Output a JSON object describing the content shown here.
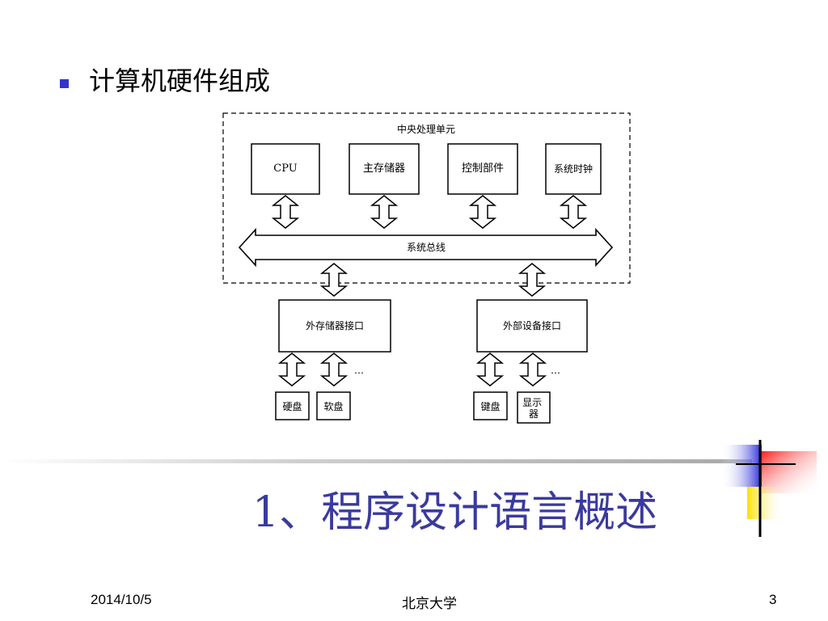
{
  "bullet": {
    "text": "计算机硬件组成",
    "color": "#3333cc"
  },
  "diagram": {
    "cpu_unit_label": "中央处理单元",
    "components": [
      "CPU",
      "主存储器",
      "控制部件",
      "系统时钟"
    ],
    "bus_label": "系统总线",
    "interfaces": [
      {
        "label": "外存储器接口",
        "devices": [
          "硬盘",
          "软盘"
        ],
        "more": "…"
      },
      {
        "label": "外部设备接口",
        "devices": [
          "键盘",
          "显示器"
        ],
        "more": "…"
      }
    ]
  },
  "heading": {
    "text": "1、程序设计语言概述",
    "color": "#3a3a9e"
  },
  "footer": {
    "date": "2014/10/5",
    "org": "北京大学",
    "page": "3"
  }
}
